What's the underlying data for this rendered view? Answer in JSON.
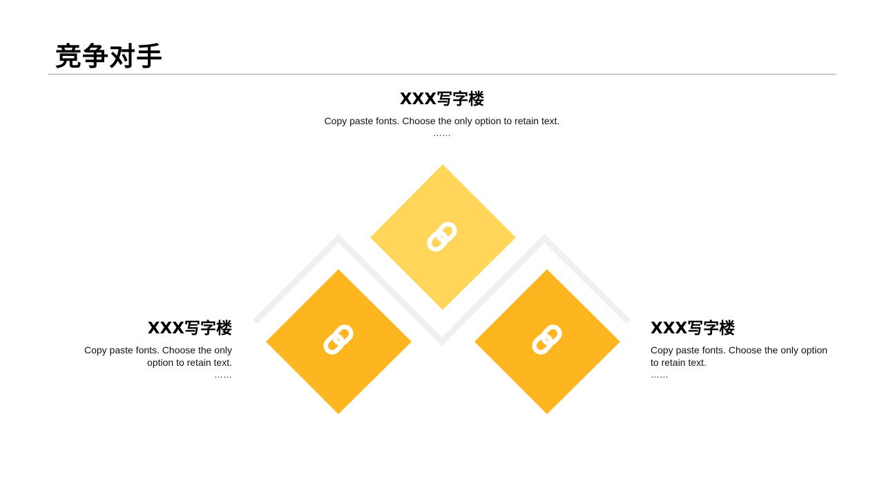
{
  "slide": {
    "title": "竞争对手"
  },
  "items": [
    {
      "heading": "XXX写字楼",
      "description": "Copy paste fonts. Choose the only option to retain text.",
      "ellipsis": "……",
      "color": "#FFD659",
      "icon": "link-icon"
    },
    {
      "heading": "XXX写字楼",
      "description": "Copy paste fonts. Choose the only option to retain text.",
      "ellipsis": "……",
      "color": "#FDB520",
      "icon": "link-icon"
    },
    {
      "heading": "XXX写字楼",
      "description": "Copy paste fonts. Choose the only option to retain text.",
      "ellipsis": "……",
      "color": "#FDB520",
      "icon": "link-icon"
    }
  ],
  "colors": {
    "chevron_outline": "#F0F0F0",
    "icon": "#FFFFFF",
    "rule": "#9E9E9E"
  }
}
